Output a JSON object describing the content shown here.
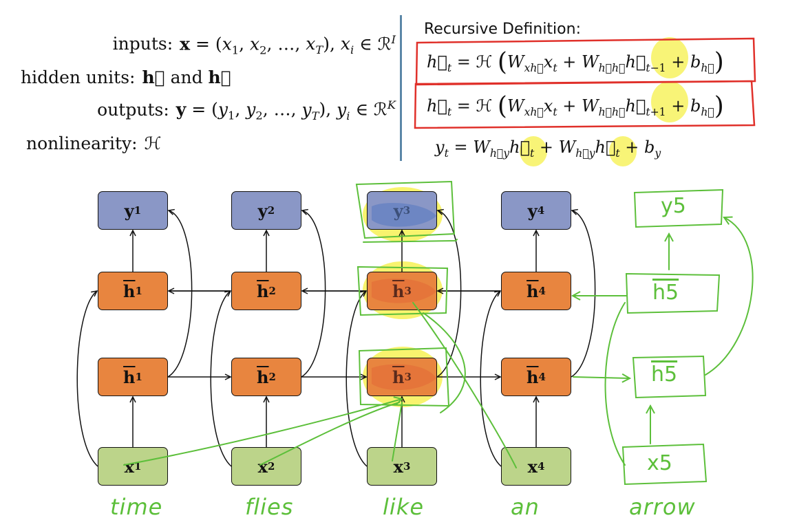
{
  "definitions": {
    "inputs_label": "inputs:",
    "inputs_math": "x = (x₁, x₂, …, x_T), xᵢ ∈ ℛᴵ",
    "hidden_label": "hidden units:",
    "hidden_math": "h⃗ and h⃖",
    "outputs_label": "outputs:",
    "outputs_math": "y = (y₁, y₂, …, y_T), yᵢ ∈ ℛᴷ",
    "nonlin_label": "nonlinearity:",
    "nonlin_math": "ℋ"
  },
  "recursive": {
    "title": "Recursive Definition:",
    "eq_forward": "h⃗ₜ = ℋ ( W_{xh⃗} xₜ + W_{h⃗h⃗} h⃗ₜ₋₁ + b_{h⃗} )",
    "eq_backward": "h⃖ₜ = ℋ ( W_{xh⃖} xₜ + W_{h⃖h⃖} h⃖ₜ₊₁ + b_{h⃖} )",
    "eq_output": "yₜ = W_{h⃗y} h⃗ₜ + W_{h⃖y} h⃖ₜ + b_y"
  },
  "nodes": {
    "y": [
      "y",
      "y",
      "y",
      "y"
    ],
    "y_idx": [
      "1",
      "2",
      "3",
      "4"
    ],
    "hb": [
      "h",
      "h",
      "h",
      "h"
    ],
    "hf": [
      "h",
      "h",
      "h",
      "h"
    ],
    "x": [
      "x",
      "x",
      "x",
      "x"
    ]
  },
  "words": [
    "time",
    "flies",
    "like",
    "an",
    "arrow"
  ],
  "handwritten": {
    "y5": "y5",
    "hb5": "h5",
    "hf5": "h5",
    "x5": "x5"
  },
  "colors": {
    "output": "#8a97c6",
    "hidden": "#e8853f",
    "input": "#bcd48a",
    "annotation_green": "#5cbf3a",
    "annotation_red": "#e0302a",
    "highlight_yellow": "#f6f04a",
    "divider": "#5b87a8"
  }
}
